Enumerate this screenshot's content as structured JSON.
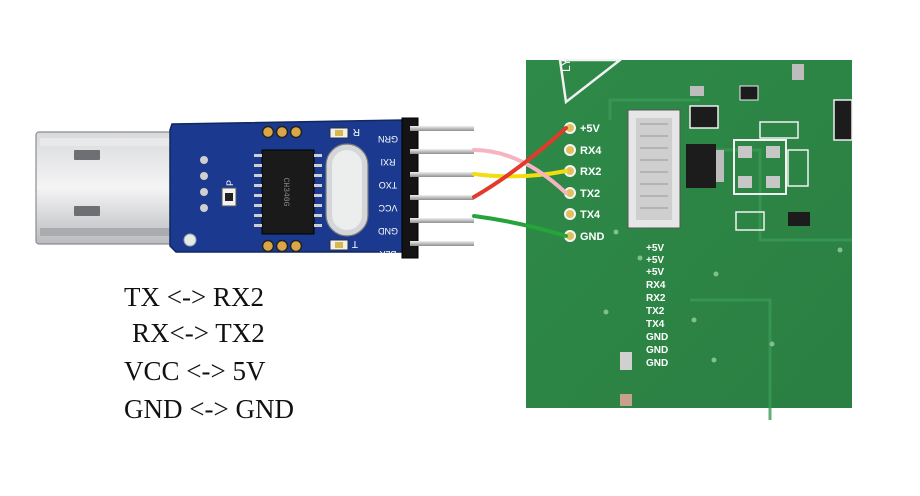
{
  "usb_adapter": {
    "pin_labels": [
      "GRN",
      "RXI",
      "TXO",
      "VCC",
      "GND",
      "BLK"
    ],
    "led_labels": [
      "R",
      "T"
    ],
    "component_label": "P",
    "chip_text": "CH340G"
  },
  "target_board": {
    "header_labels": [
      "+5V",
      "RX4",
      "RX2",
      "TX2",
      "TX4",
      "GND"
    ],
    "silkscreen_labels": [
      "+5V",
      "+5V",
      "+5V",
      "RX4",
      "RX2",
      "TX2",
      "TX4",
      "GND",
      "GND",
      "GND"
    ],
    "corner_text": "LY"
  },
  "wire_colors": {
    "txo": "#f2dd12",
    "rxi": "#f5b4c0",
    "vcc": "#e23a2c",
    "gnd": "#26a43c"
  },
  "colors": {
    "adapter_pcb": "#1b3a8f",
    "target_pcb": "#2f8a4a"
  },
  "mappings": [
    "TX <-> RX2",
    "RX<-> TX2",
    "VCC <-> 5V",
    "GND <-> GND"
  ]
}
